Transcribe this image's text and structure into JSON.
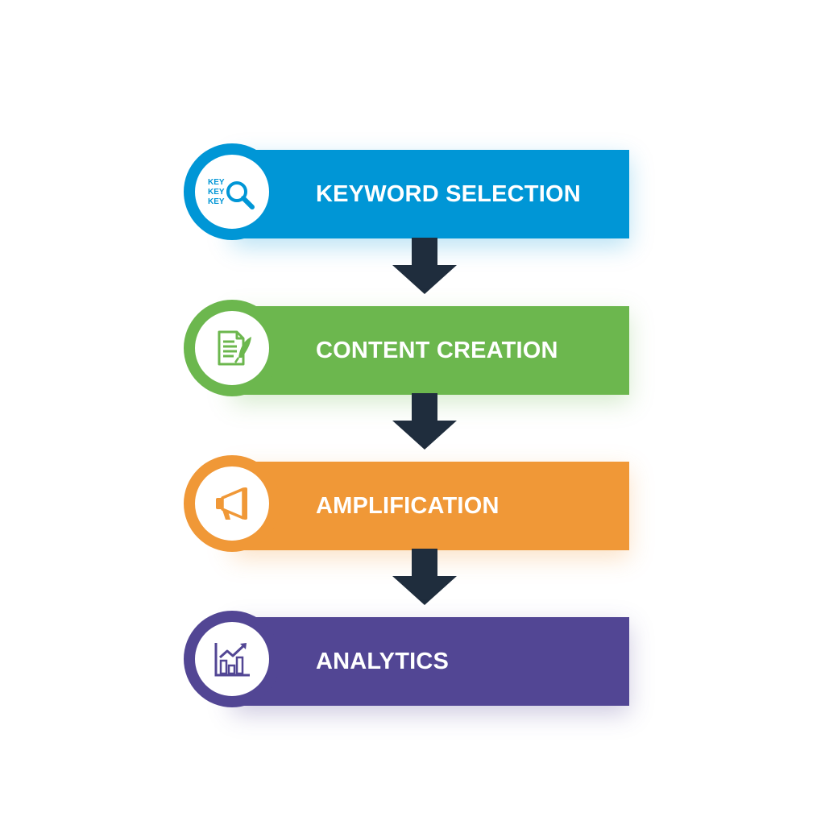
{
  "steps": [
    {
      "label": "KEYWORD SELECTION",
      "color": "#0096d6",
      "icon": "keyword-search-icon",
      "icon_text": [
        "KEY",
        "KEY",
        "KEY"
      ]
    },
    {
      "label": "CONTENT CREATION",
      "color": "#6cb74e",
      "icon": "document-pen-icon"
    },
    {
      "label": "AMPLIFICATION",
      "color": "#f09837",
      "icon": "megaphone-icon"
    },
    {
      "label": "ANALYTICS",
      "color": "#524694",
      "icon": "chart-growth-icon"
    }
  ],
  "arrow_color": "#1f2d3d"
}
